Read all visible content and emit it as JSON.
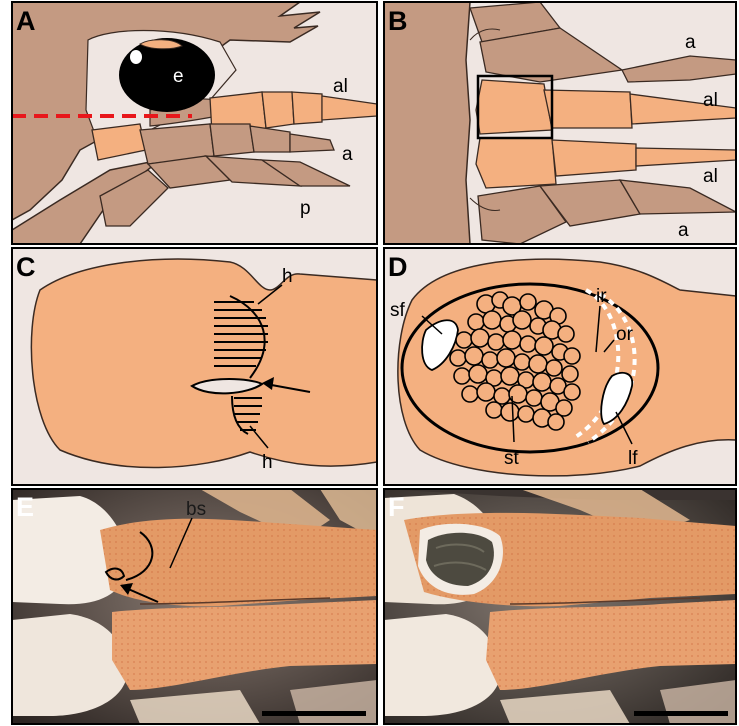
{
  "figure": {
    "panels": [
      {
        "letter": "A",
        "type": "illustration"
      },
      {
        "letter": "B",
        "type": "illustration"
      },
      {
        "letter": "C",
        "type": "illustration"
      },
      {
        "letter": "D",
        "type": "illustration"
      },
      {
        "letter": "E",
        "type": "photograph"
      },
      {
        "letter": "F",
        "type": "photograph"
      }
    ],
    "labels": {
      "A": {
        "eye": "e",
        "antennule": "al",
        "antenna": "a",
        "pereopod": "p"
      },
      "B": {
        "antenna_top": "a",
        "antennule_top": "al",
        "antennule_bottom": "al",
        "antenna_bottom": "a"
      },
      "C": {
        "hair_top": "h",
        "hair_bottom": "h"
      },
      "D": {
        "sf": "sf",
        "ir": "ir",
        "or": "or",
        "st": "st",
        "lf": "lf"
      },
      "E": {
        "bs": "bs"
      }
    },
    "colors": {
      "body_brown": "#c49a82",
      "segment_orange": "#f4b080",
      "membrane_pale": "#efe6e2",
      "eye_black": "#000000",
      "section_line_red": "#e8171b",
      "outline": "#3a2a22",
      "photo_dark": "#3b3430",
      "photo_orange": "#e39a66",
      "photo_white": "#f3ece4"
    }
  }
}
